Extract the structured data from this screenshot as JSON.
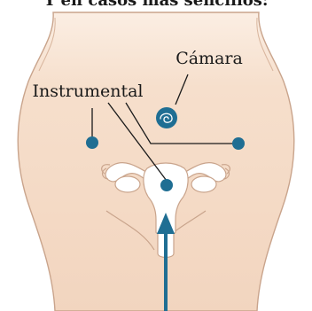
{
  "header_text": "Y en casos más sencillos:",
  "labels": {
    "camera": "Cámara",
    "instrument": "Instrumental"
  },
  "colors": {
    "skin_fill": "#f6dfcc",
    "skin_line": "#c9a48c",
    "port": "#1f6e93",
    "leader": "#1a1a1a",
    "uterus_fill": "#ffffff"
  },
  "icons": {
    "camera_port": "circle-with-spiral",
    "instrument_port": "filled-circle",
    "insertion": "arrow-up"
  }
}
